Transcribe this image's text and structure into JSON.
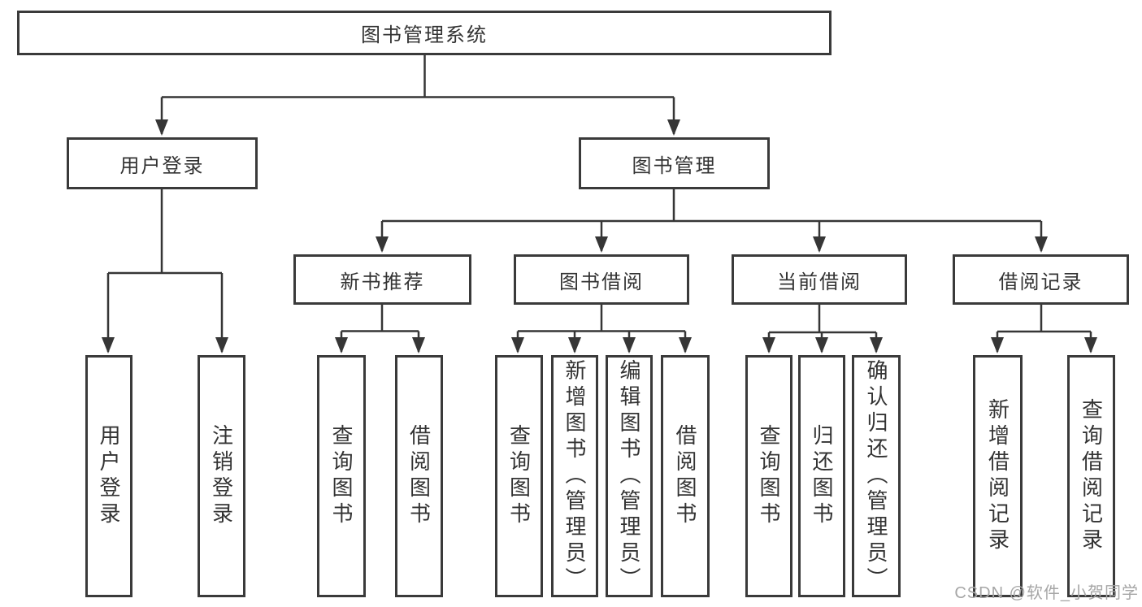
{
  "diagram": {
    "type": "hierarchy-tree",
    "tree": {
      "label": "图书管理系统",
      "children": [
        {
          "label": "用户登录",
          "children": [
            {
              "label": "用户登录"
            },
            {
              "label": "注销登录"
            }
          ]
        },
        {
          "label": "图书管理",
          "children": [
            {
              "label": "新书推荐",
              "children": [
                {
                  "label": "查询图书"
                },
                {
                  "label": "借阅图书"
                }
              ]
            },
            {
              "label": "图书借阅",
              "children": [
                {
                  "label": "查询图书"
                },
                {
                  "label": "新增图书（管理员）"
                },
                {
                  "label": "编辑图书（管理员）"
                },
                {
                  "label": "借阅图书"
                }
              ]
            },
            {
              "label": "当前借阅",
              "children": [
                {
                  "label": "查询图书"
                },
                {
                  "label": "归还图书"
                },
                {
                  "label": "确认归还（管理员）"
                }
              ]
            },
            {
              "label": "借阅记录",
              "children": [
                {
                  "label": "新增借阅记录"
                },
                {
                  "label": "查询借阅记录"
                }
              ]
            }
          ]
        }
      ]
    }
  },
  "nodes": {
    "root": {
      "label": "图书管理系统"
    },
    "user_login": {
      "label": "用户登录"
    },
    "book_mgmt": {
      "label": "图书管理"
    },
    "login": {
      "label": "用户登录"
    },
    "logout": {
      "label": "注销登录"
    },
    "new_book_rec": {
      "label": "新书推荐"
    },
    "book_borrow": {
      "label": "图书借阅"
    },
    "current_borrow": {
      "label": "当前借阅"
    },
    "borrow_records": {
      "label": "借阅记录"
    },
    "nb_query": {
      "label": "查询图书"
    },
    "nb_borrow": {
      "label": "借阅图书"
    },
    "bb_query": {
      "label": "查询图书"
    },
    "bb_add": {
      "label": "新增图书（管理员）"
    },
    "bb_edit": {
      "label": "编辑图书（管理员）"
    },
    "bb_borrow": {
      "label": "借阅图书"
    },
    "cb_query": {
      "label": "查询图书"
    },
    "cb_return": {
      "label": "归还图书"
    },
    "cb_confirm": {
      "label": "确认归还（管理员）"
    },
    "br_add": {
      "label": "新增借阅记录"
    },
    "br_query": {
      "label": "查询借阅记录"
    }
  },
  "watermark": {
    "text": "CSDN @软件_小贺同学",
    "color": "#a6a6a6"
  },
  "colors": {
    "background": "#ffffff",
    "line": "#363636",
    "box_border": "#3a3a3a",
    "text": "#333333"
  }
}
